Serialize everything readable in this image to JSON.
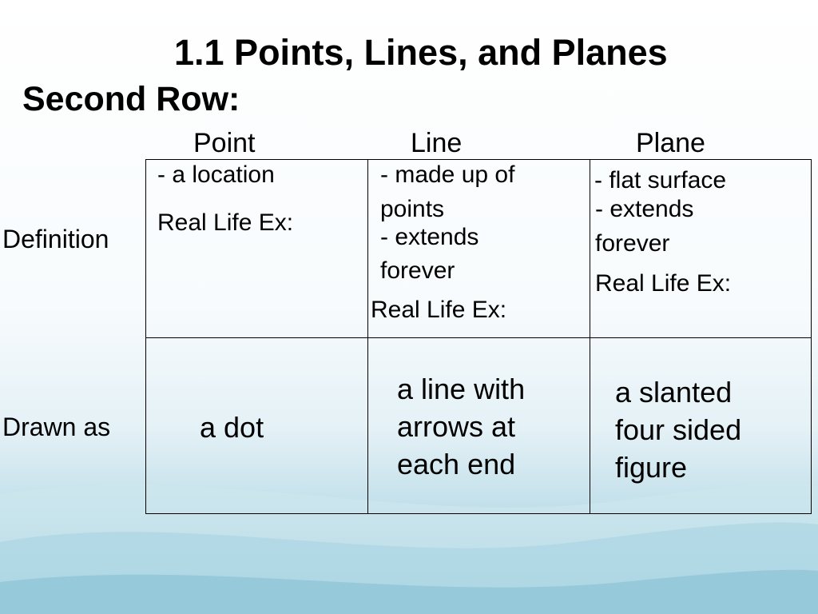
{
  "slide": {
    "title": "1.1 Points, Lines, and Planes",
    "subtitle": "Second Row:"
  },
  "table": {
    "columns": [
      "Point",
      "Line",
      "Plane"
    ],
    "rows": [
      "Definition",
      "Drawn as"
    ],
    "definition": {
      "point": [
        "- a location",
        "Real Life Ex:"
      ],
      "line": [
        "- made up of",
        "points",
        "- extends",
        "forever",
        "Real Life Ex:"
      ],
      "plane": [
        "- flat surface",
        "- extends",
        "forever",
        "Real Life Ex:"
      ]
    },
    "drawn_as": {
      "point": [
        "a dot"
      ],
      "line": [
        "a line with",
        "arrows at",
        "each end"
      ],
      "plane": [
        "a slanted",
        "four sided",
        "figure"
      ]
    }
  }
}
